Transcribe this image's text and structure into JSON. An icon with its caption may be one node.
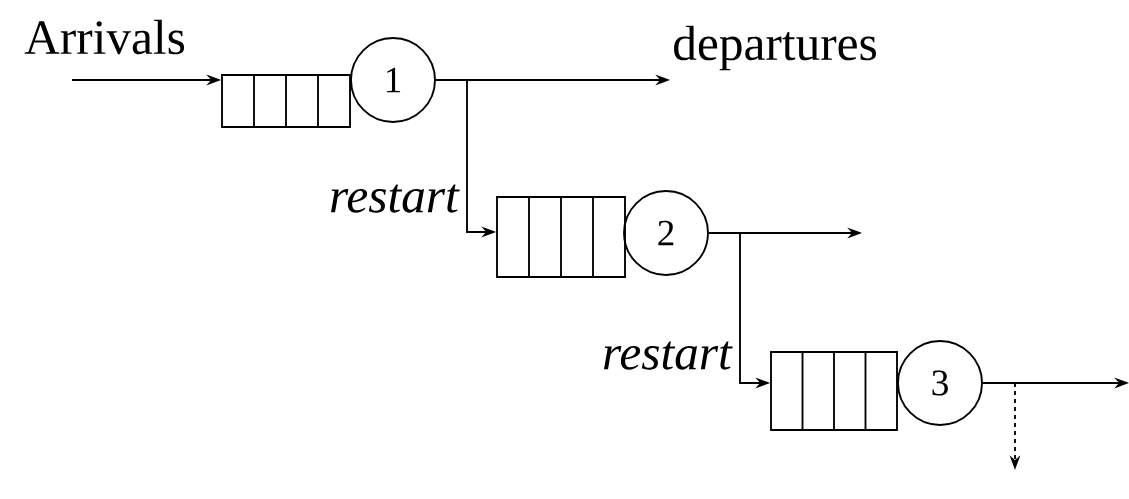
{
  "diagram": {
    "nodes": [
      {
        "text": [],
        "shape": "box"
      },
      {
        "text": [
          "1"
        ]
      },
      {
        "text": [
          "departures"
        ]
      },
      {
        "text": [],
        "shape": "box"
      },
      {
        "text": [
          "2"
        ]
      },
      {
        "text": [],
        "shape": "box"
      },
      {
        "text": [
          "3"
        ]
      }
    ],
    "edges": [
      {
        "from": null,
        "to": 0,
        "arrow": "to"
      },
      {
        "from": 1,
        "to": 2,
        "arrow": "to"
      },
      {
        "from": 1,
        "to": 3,
        "arrow": "to",
        "label": "*restart*"
      },
      {
        "from": 4,
        "to": null,
        "arrow": "to"
      },
      {
        "from": 4,
        "to": 5,
        "arrow": "to",
        "label": "*restart*"
      },
      {
        "from": 6,
        "to": null,
        "arrow": "to"
      },
      {
        "from": 6,
        "to": null,
        "arrow": "to",
        "style": "dashed"
      }
    ],
    "labels": [
      "Arrivals"
    ]
  }
}
